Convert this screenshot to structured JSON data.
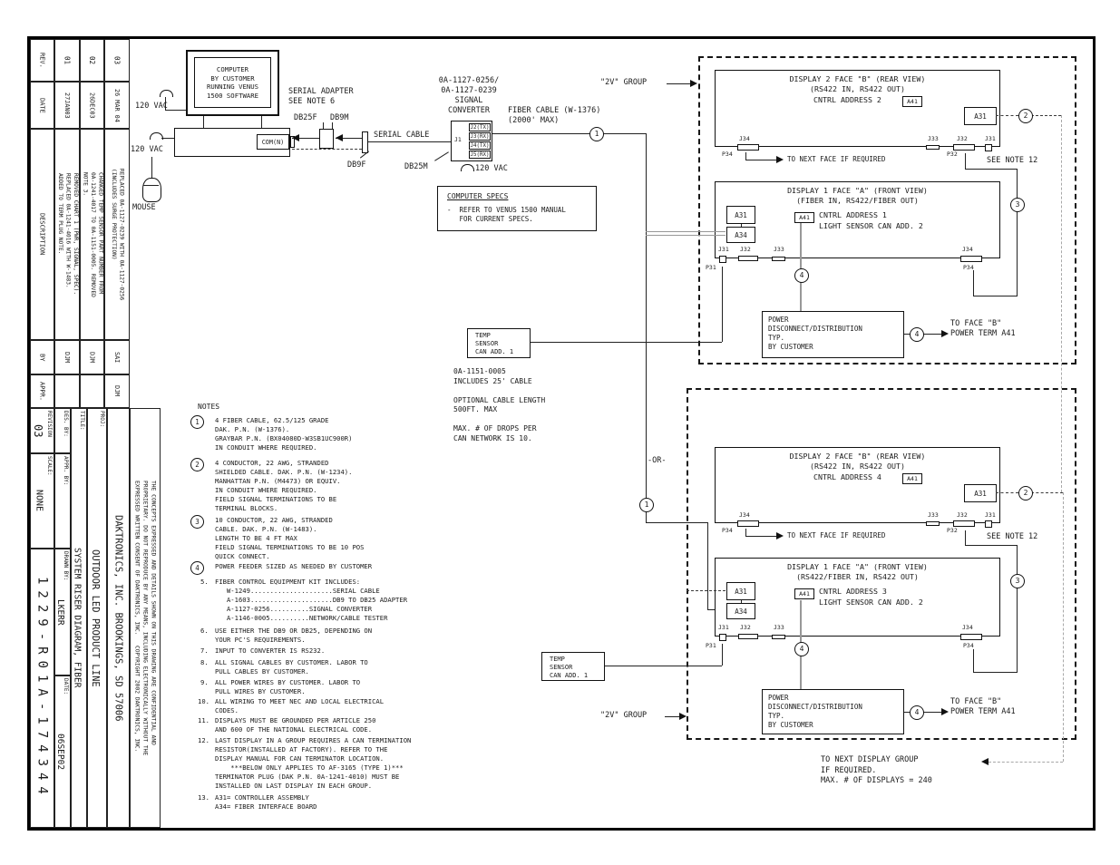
{
  "revision_table": {
    "headers": [
      "REV.",
      "DATE",
      "DESCRIPTION",
      "BY",
      "APPR."
    ],
    "rows": [
      {
        "rev": "01",
        "date": "27JAN03",
        "description": "REMOVED CHART 1 (PWR, SIGNAL, SPEC).\nREPLACED 0A-1241-4016 WITH W-1483.\nADDED TO TERM PLUG NOTE.",
        "by": "DJM",
        "appr": ""
      },
      {
        "rev": "02",
        "date": "26DEC03",
        "description": "CHANGED TEMP SENSOR PART NUMBER FROM\n0A-1241-4017 TO 0A-1151-0005. REMOVED\nNOTE 3.",
        "by": "DJM",
        "appr": ""
      },
      {
        "rev": "03",
        "date": "26 MAR 04",
        "description": "REPLACED 0A-1127-0239 WITH 0A-1127-0256\n(INCLUDES SURGE PROTECTION)",
        "by": "SAI",
        "appr": "DJM"
      }
    ]
  },
  "title_block": {
    "copyright": "THE CONCEPTS EXPRESSED AND DETAILS SHOWN ON THIS DRAWING ARE CONFIDENTIAL AND\nPROPRIETARY. DO NOT REPRODUCE BY ANY MEANS, INCLUDING ELECTRONICALLY WITHOUT THE\nEXPRESSED WRITTEN CONSENT OF DAKTRONICS, INC.   COPYRIGHT 2002 DAKTRONICS, INC.",
    "company": "DAKTRONICS, INC.    BROOKINGS, SD 57006",
    "proj_label": "PROJ:",
    "proj": "OUTDOOR LED PRODUCT LINE",
    "title_label": "TITLE:",
    "title": "SYSTEM RISER DIAGRAM, FIBER",
    "des_by_label": "DES. BY:",
    "appr_by_label": "APPR. BY:",
    "drawn_by_label": "DRAWN BY:",
    "drawn_by": "LKERR",
    "date_label": "DATE:",
    "date": "06SEP02",
    "revision_label": "REVISION",
    "revision": "03",
    "scale_label": "SCALE:",
    "scale": "NONE",
    "drawing_number": "1229-R01A-174344"
  },
  "computer": {
    "monitor_text": "COMPUTER\nBY CUSTOMER\nRUNNING VENUS\n1500 SOFTWARE",
    "com_port": "COM(N)",
    "mouse_label": "MOUSE",
    "vac_monitor": "120 VAC",
    "vac_case": "120 VAC"
  },
  "serial": {
    "adapter_label": "SERIAL ADAPTER\nSEE NOTE 6",
    "db25f": "DB25F",
    "db9m": "DB9M",
    "db9f": "DB9F",
    "db25m": "DB25M",
    "cable_label": "SERIAL CABLE"
  },
  "converter": {
    "part_numbers": "0A-1127-0256/\n0A-1127-0239",
    "name": "SIGNAL\nCONVERTER",
    "j1": "J1",
    "ports": [
      "J2(TX)",
      "J3(RX)",
      "J4(TX)",
      "J5(RX)"
    ],
    "vac": "120 VAC"
  },
  "fiber": {
    "label": "FIBER CABLE (W-1376)\n(2000' MAX)",
    "callout": "1"
  },
  "computer_specs": {
    "title": "COMPUTER SPECS",
    "body": "-  REFER TO VENUS 1500 MANUAL\n   FOR CURRENT SPECS."
  },
  "temp_note": "0A-1151-0005\nINCLUDES 25' CABLE\n\nOPTIONAL CABLE LENGTH\n500FT. MAX\n\nMAX. # OF DROPS PER\nCAN NETWORK IS 10.",
  "or_label": "-OR-",
  "next_group_note": "TO NEXT DISPLAY GROUP\nIF REQUIRED.\nMAX. # OF DISPLAYS = 240",
  "group1": {
    "label": "\"2V\" GROUP",
    "fiber_callout": "1",
    "temp_sensor": "TEMP\nSENSOR\nCAN ADD. 1",
    "display2": {
      "title": "DISPLAY 2 FACE \"B\" (REAR VIEW)\n(RS422 IN, RS422 OUT)",
      "cntrl": "CNTRL ADDRESS 2",
      "a41": "A41",
      "a31": "A31",
      "j34": "J34",
      "p34": "P34",
      "j33": "J33",
      "j32": "J32",
      "j31": "J31",
      "p32": "P32",
      "next_face": "TO NEXT FACE IF REQUIRED",
      "see_note": "SEE NOTE 12",
      "callout": "2"
    },
    "display1": {
      "title": "DISPLAY 1 FACE \"A\" (FRONT VIEW)\n(FIBER IN, RS422/FIBER OUT)",
      "cntrl": "CNTRL ADDRESS 1",
      "light": "LIGHT SENSOR CAN ADD. 2",
      "a41": "A41",
      "a31": "A31",
      "a34": "A34",
      "j31": "J31",
      "p31": "P31",
      "j32": "J32",
      "j33": "J33",
      "j34": "J34",
      "p34": "P34",
      "callout_jumper": "3",
      "callout_power": "4"
    },
    "power": {
      "label": "POWER\nDISCONNECT/DISTRIBUTION\nTYP.\nBY CUSTOMER",
      "callout": "4",
      "to_face": "TO FACE \"B\"\nPOWER TERM A41"
    }
  },
  "group2": {
    "label": "\"2V\" GROUP",
    "fiber_callout": "1",
    "temp_sensor": "TEMP\nSENSOR\nCAN ADD. 1",
    "display2": {
      "title": "DISPLAY 2 FACE \"B\" (REAR VIEW)\n(RS422 IN, RS422 OUT)",
      "cntrl": "CNTRL ADDRESS 4",
      "a41": "A41",
      "a31": "A31",
      "j34": "J34",
      "p34": "P34",
      "j33": "J33",
      "j32": "J32",
      "j31": "J31",
      "p32": "P32",
      "next_face": "TO NEXT FACE IF REQUIRED",
      "see_note": "SEE NOTE 12",
      "callout": "2"
    },
    "display1": {
      "title": "DISPLAY 1 FACE \"A\" (FRONT VIEW)\n(RS422/FIBER IN, RS422 OUT)",
      "cntrl": "CNTRL ADDRESS 3",
      "light": "LIGHT SENSOR CAN ADD. 2",
      "a41": "A41",
      "a31": "A31",
      "a34": "A34",
      "j31": "J31",
      "p31": "P31",
      "j32": "J32",
      "j33": "J33",
      "j34": "J34",
      "p34": "P34",
      "callout_jumper": "3",
      "callout_power": "4"
    },
    "power": {
      "label": "POWER\nDISCONNECT/DISTRIBUTION\nTYP.\nBY CUSTOMER",
      "callout": "4",
      "to_face": "TO FACE \"B\"\nPOWER TERM A41"
    }
  },
  "notes": {
    "heading": "NOTES",
    "items": [
      {
        "num": "1",
        "text": "4 FIBER CABLE, 62.5/125 GRADE\nDAK. P.N. (W-1376).\nGRAYBAR P.N. (BX04080D-W3SB1UC900R)\nIN CONDUIT WHERE REQUIRED."
      },
      {
        "num": "2",
        "text": "4 CONDUCTOR, 22 AWG, STRANDED\nSHIELDED CABLE. DAK. P.N. (W-1234).\nMANHATTAN P.N. (M4473) OR EQUIV.\nIN CONDUIT WHERE REQUIRED.\nFIELD SIGNAL TERMINATIONS TO BE\nTERMINAL BLOCKS."
      },
      {
        "num": "3",
        "text": "10 CONDUCTOR, 22 AWG, STRANDED\nCABLE. DAK. P.N. (W-1483).\nLENGTH TO BE 4 FT MAX\nFIELD SIGNAL TERMINATIONS TO BE 10 POS\nQUICK CONNECT."
      },
      {
        "num": "4",
        "text": "POWER FEEDER SIZED AS NEEDED BY CUSTOMER"
      },
      {
        "num": "5.",
        "text": "FIBER CONTROL EQUIPMENT KIT INCLUDES:\n   W-1249.....................SERIAL CABLE\n   A-1603.....................DB9 TO DB25 ADAPTER\n   A-1127-0256..........SIGNAL CONVERTER\n   A-1146-0005..........NETWORK/CABLE TESTER"
      },
      {
        "num": "6.",
        "text": "USE EITHER THE DB9 OR DB25, DEPENDING ON\nYOUR PC'S REQUIREMENTS."
      },
      {
        "num": "7.",
        "text": "INPUT TO CONVERTER IS RS232."
      },
      {
        "num": "8.",
        "text": "ALL SIGNAL CABLES BY CUSTOMER. LABOR TO\nPULL CABLES BY CUSTOMER."
      },
      {
        "num": "9.",
        "text": "ALL POWER WIRES BY CUSTOMER. LABOR TO\nPULL WIRES BY CUSTOMER."
      },
      {
        "num": "10.",
        "text": "ALL WIRING TO MEET NEC AND LOCAL ELECTRICAL\nCODES."
      },
      {
        "num": "11.",
        "text": "DISPLAYS MUST BE GROUNDED PER ARTICLE 250\nAND 600 OF THE NATIONAL ELECTRICAL CODE."
      },
      {
        "num": "12.",
        "text": "LAST DISPLAY IN A GROUP REQUIRES A CAN TERMINATION\nRESISTOR(INSTALLED AT FACTORY). REFER TO THE\nDISPLAY MANUAL FOR CAN TERMINATOR LOCATION.\n    ***BELOW ONLY APPLIES TO AF-3165 (TYPE 1)***\nTERMINATOR PLUG (DAK P.N. 0A-1241-4010) MUST BE\nINSTALLED ON LAST DISPLAY IN EACH GROUP."
      },
      {
        "num": "13.",
        "text": "A31= CONTROLLER ASSEMBLY\nA34= FIBER INTERFACE BOARD"
      }
    ]
  }
}
